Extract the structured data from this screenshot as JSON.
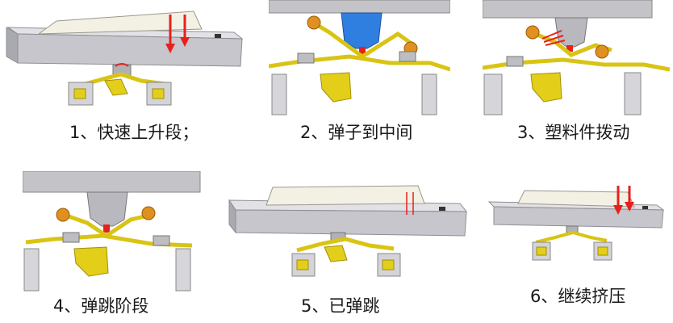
{
  "steps": [
    {
      "caption": "1、快速上升段；"
    },
    {
      "caption": "2、弹子到中间"
    },
    {
      "caption": "3、塑料件拨动"
    },
    {
      "caption": "4、弹跳阶段"
    },
    {
      "caption": "5、已弹跳"
    },
    {
      "caption": "6、继续挤压"
    }
  ],
  "colors": {
    "housing": "#c9c9cf",
    "rocker": "#f1f0e6",
    "contact_brass": "#e3cf1a",
    "actuator_blue": "#2f7fe0",
    "arrow_red": "#e8201b",
    "terminal_gray": "#cfd0d4"
  }
}
